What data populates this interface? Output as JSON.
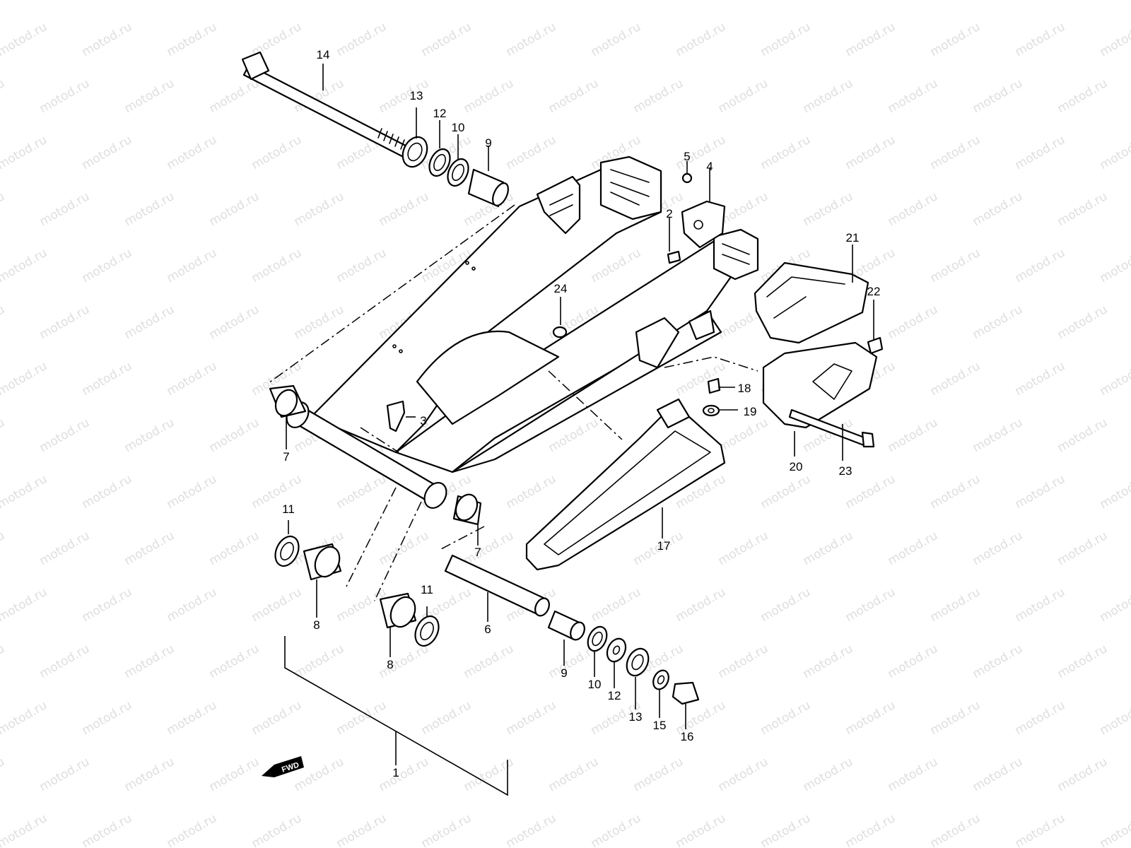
{
  "watermark": {
    "text": "motod.ru"
  },
  "direction_badge": {
    "label": "FWD"
  },
  "callouts": [
    {
      "id": "c14",
      "label": "14"
    },
    {
      "id": "c13a",
      "label": "13"
    },
    {
      "id": "c12a",
      "label": "12"
    },
    {
      "id": "c10a",
      "label": "10"
    },
    {
      "id": "c9a",
      "label": "9"
    },
    {
      "id": "c5",
      "label": "5"
    },
    {
      "id": "c4",
      "label": "4"
    },
    {
      "id": "c2",
      "label": "2"
    },
    {
      "id": "c21",
      "label": "21"
    },
    {
      "id": "c22",
      "label": "22"
    },
    {
      "id": "c24",
      "label": "24"
    },
    {
      "id": "c18",
      "label": "18"
    },
    {
      "id": "c19",
      "label": "19"
    },
    {
      "id": "c3",
      "label": "3"
    },
    {
      "id": "c7a",
      "label": "7"
    },
    {
      "id": "c20",
      "label": "20"
    },
    {
      "id": "c23",
      "label": "23"
    },
    {
      "id": "c11a",
      "label": "11"
    },
    {
      "id": "c7b",
      "label": "7"
    },
    {
      "id": "c17",
      "label": "17"
    },
    {
      "id": "c8a",
      "label": "8"
    },
    {
      "id": "c11b",
      "label": "11"
    },
    {
      "id": "c6",
      "label": "6"
    },
    {
      "id": "c8b",
      "label": "8"
    },
    {
      "id": "c9b",
      "label": "9"
    },
    {
      "id": "c10b",
      "label": "10"
    },
    {
      "id": "c12b",
      "label": "12"
    },
    {
      "id": "c13b",
      "label": "13"
    },
    {
      "id": "c15",
      "label": "15"
    },
    {
      "id": "c16",
      "label": "16"
    },
    {
      "id": "c1",
      "label": "1"
    }
  ]
}
